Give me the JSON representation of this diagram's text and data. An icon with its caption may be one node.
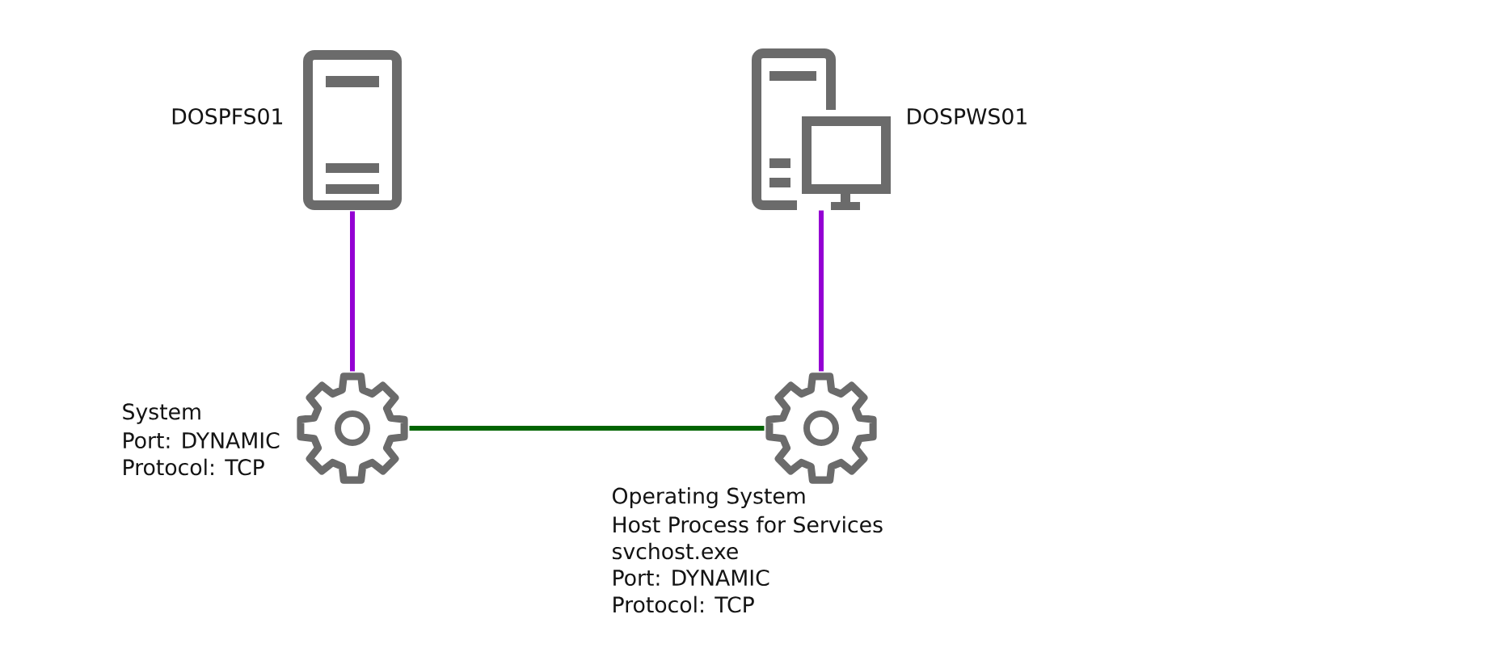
{
  "diagram": {
    "nodes": [
      {
        "text": [],
        "shape": "picture",
        "beside": [
          "DOSPFS01"
        ]
      },
      {
        "text": [],
        "shape": "picture",
        "beside": [
          "DOSPWS01"
        ]
      },
      {
        "text": [],
        "shape": "picture",
        "beside": [
          "System",
          "Port: DYNAMIC",
          "Protocol: TCP"
        ]
      },
      {
        "text": [],
        "shape": "picture",
        "beside": [
          "Operating System",
          "Host Process for Services",
          "svchost.exe",
          "Port: DYNAMIC",
          "Protocol: TCP"
        ]
      }
    ],
    "edges": [
      {
        "from": 0,
        "to": 2,
        "arrow": "none"
      },
      {
        "from": 1,
        "to": 3,
        "arrow": "none"
      },
      {
        "from": 2,
        "to": 3,
        "arrow": "none",
        "color": "#006400"
      }
    ]
  }
}
